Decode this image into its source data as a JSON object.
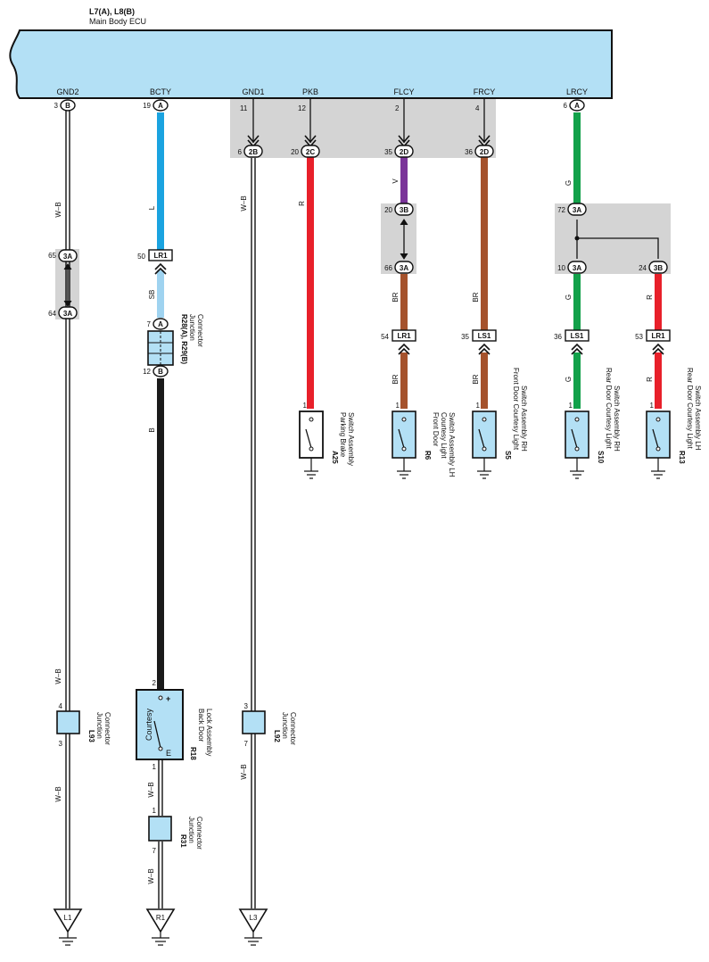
{
  "ecu": {
    "title": "L7(A), L8(B)",
    "subtitle": "Main Body ECU",
    "pins": [
      "GND2",
      "BCTY",
      "GND1",
      "PKB",
      "FLCY",
      "FRCY",
      "LRCY"
    ],
    "pin_numbers": [
      "3",
      "19",
      "11",
      "12",
      "2",
      "4",
      "6"
    ],
    "pin_connectors": [
      "B",
      "A",
      "",
      "",
      "",
      "",
      "A"
    ],
    "fill_color": "#b3e0f5"
  },
  "branch": {
    "upper_pins": [
      "6",
      "20",
      "35",
      "36"
    ],
    "upper_connectors": [
      "2B",
      "2C",
      "2D",
      "2D"
    ]
  },
  "wires": {
    "w_b": "W–B",
    "l": "L",
    "sb": "SB",
    "b": "B",
    "r": "R",
    "v": "V",
    "br": "BR",
    "g": "G"
  },
  "colors": {
    "blue": "#1aa3e0",
    "light_blue": "#9fd3f0",
    "black": "#1a1a1a",
    "red": "#e8202a",
    "violet": "#7a3499",
    "brown": "#a5522c",
    "green": "#12a14a",
    "gray_box": "#d4d4d4",
    "component_fill": "#b3e0f5"
  },
  "junction_blocks": {
    "gnd2_upper_pin": "65",
    "gnd2_upper_conn": "3A",
    "gnd2_lower_pin": "64",
    "gnd2_lower_conn": "3A",
    "flcy_upper_pin": "20",
    "flcy_upper_conn": "3B",
    "flcy_lower_pin": "66",
    "flcy_lower_conn": "3A",
    "lrcy_upper_pin": "72",
    "lrcy_upper_conn": "3A",
    "lrcy_lower_pin": "10",
    "lrcy_lower_conn": "3A",
    "lrcy_branch_pin": "24",
    "lrcy_branch_conn": "3B"
  },
  "inline_connectors": {
    "bcty": {
      "pin": "50",
      "label": "LR1"
    },
    "flcy": {
      "pin": "54",
      "label": "LR1"
    },
    "frcy": {
      "pin": "35",
      "label": "LS1"
    },
    "lrcy": {
      "pin": "36",
      "label": "LS1"
    },
    "rrcy": {
      "pin": "53",
      "label": "LR1"
    }
  },
  "r28": {
    "upper_pin": "7",
    "upper_conn": "A",
    "lower_pin": "12",
    "lower_conn": "B",
    "code": "R28(A), R29(B)",
    "name_line1": "Junction",
    "name_line2": "Connector"
  },
  "switches": [
    {
      "pin": "1",
      "code": "A25",
      "line1": "Parking Brake",
      "line2": "Switch Assembly",
      "line3": ""
    },
    {
      "pin": "1",
      "code": "R6",
      "line1": "Front Door",
      "line2": "Courtesy Light",
      "line3": "Switch Assembly LH"
    },
    {
      "pin": "1",
      "code": "S5",
      "line1": "Front Door Courtesy Light",
      "line2": "Switch Assembly RH",
      "line3": ""
    },
    {
      "pin": "1",
      "code": "S10",
      "line1": "Rear Door Courtesy Light",
      "line2": "Switch Assembly RH",
      "line3": ""
    },
    {
      "pin": "1",
      "code": "R13",
      "line1": "Rear Door Courtesy Light",
      "line2": "Switch Assembly LH",
      "line3": ""
    }
  ],
  "r18": {
    "pin_top": "2",
    "pin_bottom": "1",
    "inner_label": "Courtesy",
    "plus": "+",
    "e": "E",
    "code": "R18",
    "line1": "Back Door",
    "line2": "Lock Assembly"
  },
  "junctions": [
    {
      "code": "L93",
      "line1": "Junction",
      "line2": "Connector",
      "pin_top": "4",
      "pin_bottom": "3"
    },
    {
      "code": "L92",
      "line1": "Junction",
      "line2": "Connector",
      "pin_top": "3",
      "pin_bottom": "7"
    },
    {
      "code": "R31",
      "line1": "Junction",
      "line2": "Connector",
      "pin_top": "1",
      "pin_bottom": "7"
    }
  ],
  "grounds": [
    "L1",
    "R1",
    "L3"
  ]
}
